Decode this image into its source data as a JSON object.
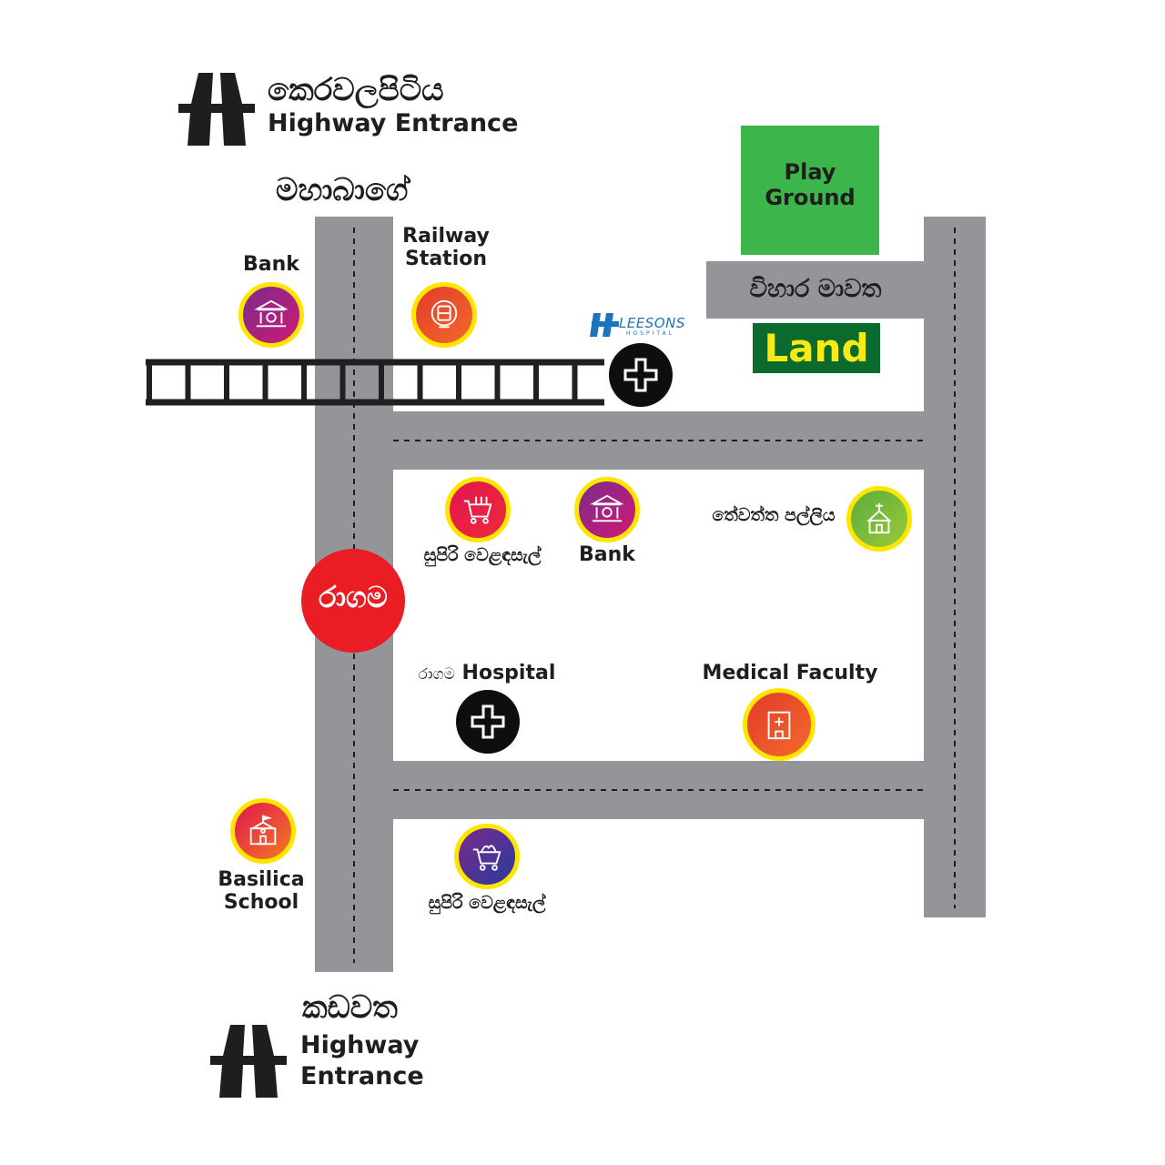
{
  "top_highway": {
    "line1": "කෙරවලපිටිය",
    "line2": "Highway Entrance"
  },
  "bottom_highway": {
    "line1": "කඩවත",
    "line2": "Highway",
    "line3": "Entrance"
  },
  "road_labels": {
    "north": "මහාබාගේ",
    "vihara": "විහාර මාවත"
  },
  "play_ground": {
    "line1": "Play",
    "line2": "Ground",
    "color": "#3cb54a"
  },
  "land": {
    "label": "Land",
    "bg": "#0b6b2e",
    "fg": "#f7ea16"
  },
  "town": {
    "label": "රාගම",
    "color": "#ea1c24"
  },
  "hospital_logo": {
    "name": "LEESONS",
    "sub": "HOSPITAL",
    "color": "#1b75bc"
  },
  "pois": {
    "bank_top": "Bank",
    "railway": {
      "line1": "Railway",
      "line2": "Station"
    },
    "supermarket_1": "සුපිරි වෙළඳසැල්",
    "bank_mid": "Bank",
    "church": "තේවත්ත පල්ලිය",
    "ragama_hospital": {
      "si": "රාගම",
      "en": "Hospital"
    },
    "medical_faculty": "Medical Faculty",
    "school": {
      "line1": "Basilica",
      "line2": "School"
    },
    "supermarket_2": "සුපිරි වෙළඳසැල්"
  },
  "colors": {
    "road": "#939598",
    "icon_ring": "#ffe600",
    "rail": "#231f20"
  }
}
